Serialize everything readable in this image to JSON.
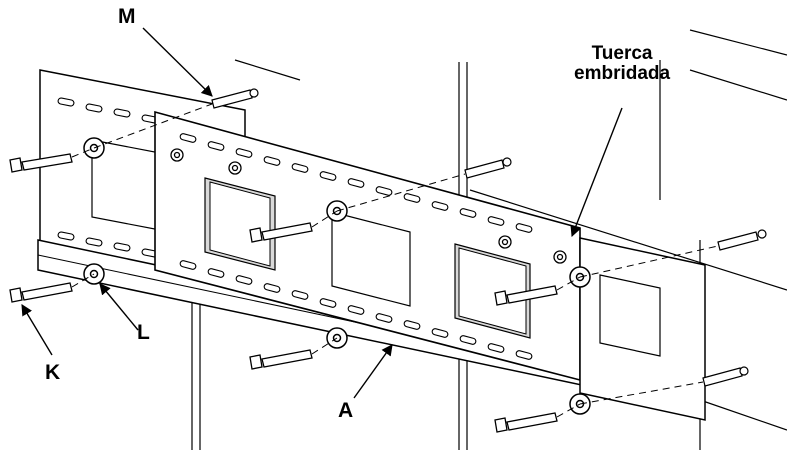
{
  "diagram": {
    "callouts": {
      "M": "M",
      "nut_line1": "Tuerca",
      "nut_line2": "embridada",
      "K": "K",
      "L": "L",
      "A": "A"
    },
    "colors": {
      "line": "#000000",
      "background": "#ffffff",
      "panel": "#ffffff",
      "shade": "#d9d9d9"
    },
    "icons": [
      "lag-bolt-icon",
      "washer-icon",
      "wall-anchor-icon",
      "flange-nut-icon"
    ]
  }
}
